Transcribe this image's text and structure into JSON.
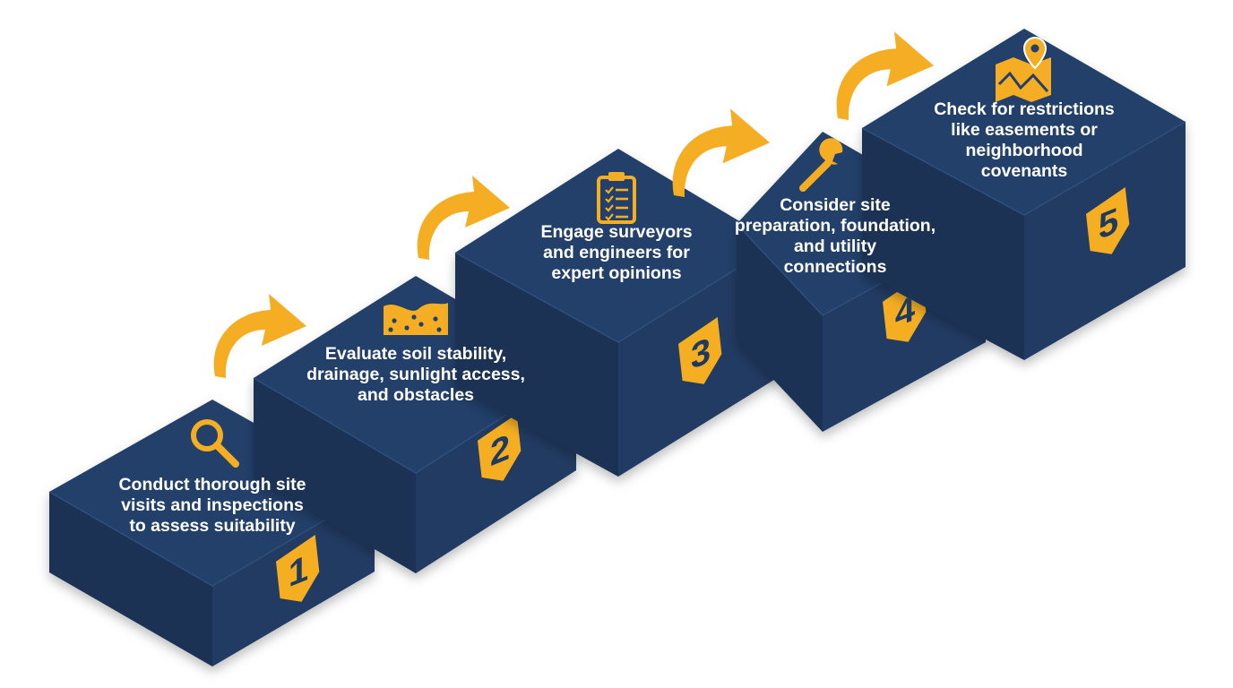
{
  "colors": {
    "top": "#23406a",
    "left": "#1a3154",
    "right": "#203b62",
    "edge": "#2f4f7d",
    "accent": "#f5ae23",
    "number": "#1f3a5f"
  },
  "icons": [
    "magnifier-icon",
    "soil-icon",
    "clipboard-icon",
    "wrench-icon",
    "map-pin-icon"
  ],
  "steps": [
    {
      "number": "1",
      "icon": "magnifier-icon",
      "lines": [
        "Conduct thorough site",
        "visits and inspections",
        "to assess suitability"
      ]
    },
    {
      "number": "2",
      "icon": "soil-icon",
      "lines": [
        "Evaluate soil stability,",
        "drainage, sunlight access,",
        "and obstacles"
      ]
    },
    {
      "number": "3",
      "icon": "clipboard-icon",
      "lines": [
        "Engage surveyors",
        "and engineers for",
        "expert opinions"
      ]
    },
    {
      "number": "4",
      "icon": "wrench-icon",
      "lines": [
        "Consider site",
        "preparation, foundation,",
        "and utility",
        "connections"
      ]
    },
    {
      "number": "5",
      "icon": "map-pin-icon",
      "lines": [
        "Check for restrictions",
        "like easements or",
        "neighborhood",
        "covenants"
      ]
    }
  ]
}
